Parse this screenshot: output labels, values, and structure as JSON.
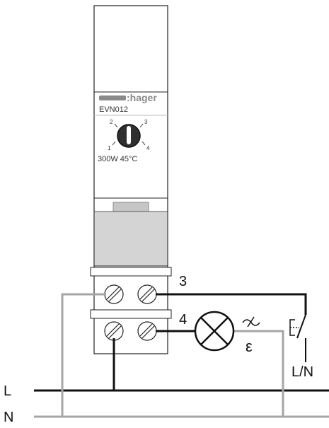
{
  "device": {
    "brand": ":hager",
    "model": "EVN012",
    "dial_marks": [
      "1",
      "2",
      "3",
      "4"
    ],
    "rating": "300W 45°C"
  },
  "terminals": {
    "top_label": "3",
    "bottom_label": "4"
  },
  "lines": {
    "live": "L",
    "neutral": "N",
    "switch_feed": "L/N"
  },
  "symbols": {
    "energy": "ε"
  },
  "colors": {
    "wire_black": "#111111",
    "wire_grey": "#a6a6a6",
    "module_grey": "#d4d4d4",
    "brand_grey": "#8a8a8a"
  }
}
